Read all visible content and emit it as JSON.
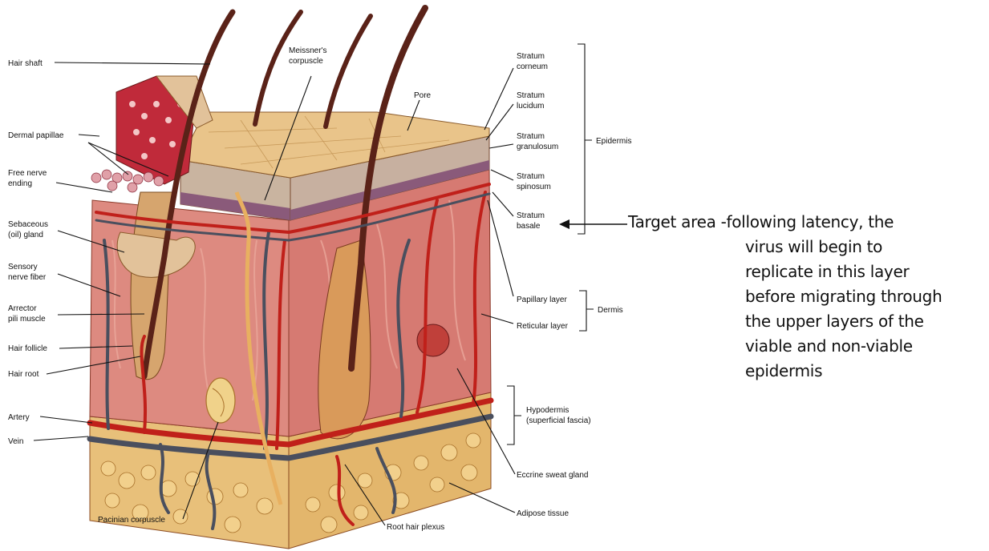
{
  "labels": {
    "left": {
      "hair_shaft": "Hair shaft",
      "dermal_papillae": "Dermal papillae",
      "free_nerve_ending": [
        "Free nerve",
        "ending"
      ],
      "sebaceous_gland": [
        "Sebaceous",
        "(oil) gland"
      ],
      "sensory_nerve_fiber": [
        "Sensory",
        "nerve fiber"
      ],
      "arrector_pili_muscle": [
        "Arrector",
        "pili muscle"
      ],
      "hair_follicle": "Hair follicle",
      "hair_root": "Hair root",
      "artery": "Artery",
      "vein": "Vein"
    },
    "top": {
      "meissners_corpuscle": [
        "Meissner's",
        "corpuscle"
      ],
      "pore": "Pore"
    },
    "bottom": {
      "pacinian_corpuscle": "Pacinian corpuscle",
      "root_hair_plexus": "Root hair plexus"
    },
    "right": {
      "stratum_corneum": [
        "Stratum",
        "corneum"
      ],
      "stratum_lucidum": [
        "Stratum",
        "lucidum"
      ],
      "stratum_granulosum": [
        "Stratum",
        "granulosum"
      ],
      "stratum_spinosum": [
        "Stratum",
        "spinosum"
      ],
      "stratum_basale": [
        "Stratum",
        "basale"
      ],
      "papillary_layer": "Papillary layer",
      "reticular_layer": "Reticular layer",
      "eccrine_sweat_gland": "Eccrine sweat gland",
      "adipose_tissue": "Adipose tissue"
    },
    "brackets": {
      "epidermis": "Epidermis",
      "dermis": "Dermis",
      "hypodermis": [
        "Hypodermis",
        "(superficial fascia)"
      ]
    }
  },
  "annotation": {
    "lines": [
      "Target area -following latency, the",
      "virus will begin to",
      "replicate in this layer",
      "before migrating through",
      "the upper layers of the",
      "viable and non-viable",
      "epidermis"
    ]
  },
  "colors": {
    "epidermis_top": "#e9c48a",
    "dermis": "#d97b73",
    "dermis_light": "#eaa79b",
    "hypodermis_fat": "#e7c27a",
    "artery": "#c0201a",
    "vein": "#4a4f5e",
    "hair": "#6b2a1a",
    "outline": "#7a2a20"
  }
}
